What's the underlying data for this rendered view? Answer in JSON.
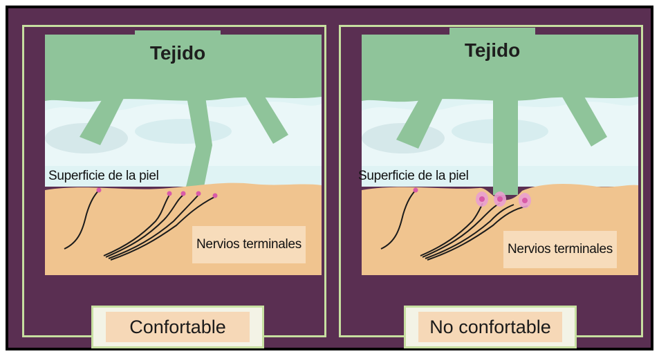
{
  "panels": [
    {
      "tissue_label": "Tejido",
      "skin_label": "Superficie de la piel",
      "nerve_label": "Nervios terminales",
      "caption": "Confortable"
    },
    {
      "tissue_label": "Tejido",
      "skin_label": "Superficie de la piel",
      "nerve_label": "Nervios terminales",
      "caption": "No confortable"
    }
  ],
  "colors": {
    "background": "#5a2f52",
    "border": "#c7dfa0",
    "tissue": "#8fc49a",
    "skin": "#f0c48f",
    "air": "#d7f0f2",
    "nerve_end": "#d85aa8"
  }
}
